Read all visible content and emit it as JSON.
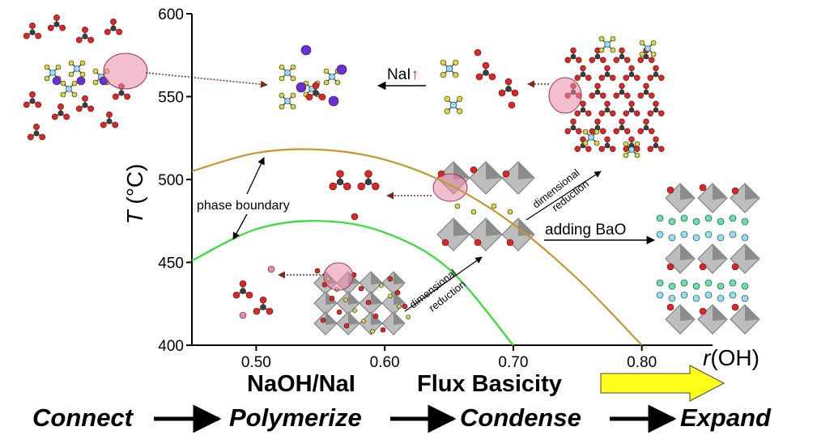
{
  "chart_data": {
    "type": "line",
    "title": "",
    "xlabel": "r(OH)",
    "xlabel_italic_part": "r",
    "xlabel_rest": "(OH)",
    "ylabel": "T (°C)",
    "ylabel_italic_part": "T",
    "ylabel_rest": " (°C)",
    "xlim": [
      0.45,
      0.855
    ],
    "ylim": [
      400,
      600
    ],
    "x_ticks": [
      0.5,
      0.6,
      0.7,
      0.8
    ],
    "x_tick_labels": [
      "0.50",
      "0.60",
      "0.70",
      "0.80"
    ],
    "y_ticks": [
      400,
      450,
      500,
      550,
      600
    ],
    "y_tick_labels": [
      "400",
      "450",
      "500",
      "550",
      "600"
    ],
    "grid": false,
    "series": [
      {
        "color": "#c8962a",
        "x": [
          0.45,
          0.5,
          0.55,
          0.6,
          0.65,
          0.7,
          0.75,
          0.8
        ],
        "y": [
          505,
          516,
          518,
          512,
          497,
          473,
          440,
          400
        ]
      },
      {
        "color": "#2ee02e",
        "x": [
          0.45,
          0.5,
          0.55,
          0.6,
          0.65,
          0.7
        ],
        "y": [
          451,
          470,
          475,
          468,
          446,
          400
        ]
      }
    ],
    "annotations": {
      "phase_boundary": "phase boundary",
      "nai_label": "NaI",
      "nai_arrow": "↑",
      "dim_reduction_1": "dimensional",
      "dim_reduction_2": "reduction",
      "adding_bao": "adding BaO"
    },
    "bottom_text": {
      "flux_left": "NaOH/NaI",
      "flux_right": "Flux Basicity",
      "steps": [
        "Connect",
        "Polymerize",
        "Condense",
        "Expand"
      ]
    },
    "colors": {
      "oxygen": "#e8231f",
      "carbon": "#3d3d3d",
      "fluorine": "#d9d93a",
      "boron": "#8fe0f5",
      "barium_like": "#6a2fd6",
      "pink_highlight": "#e98aa8",
      "big_arrow": "#ffff1a",
      "chain": "#5fe6a8"
    }
  }
}
